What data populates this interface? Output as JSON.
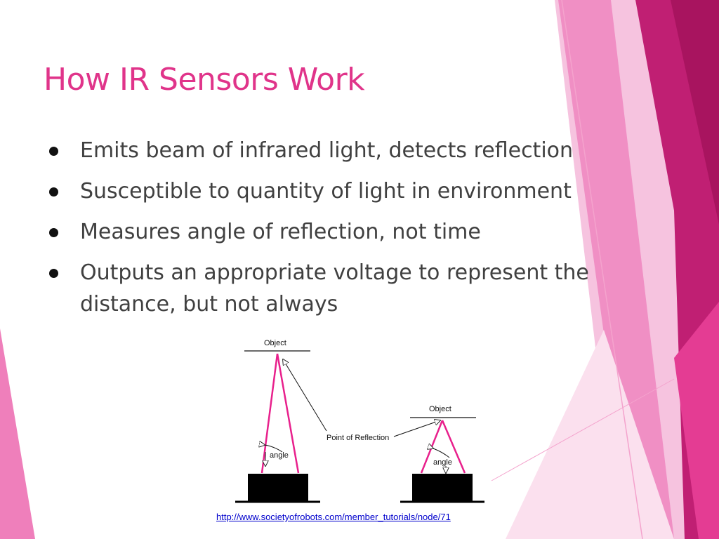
{
  "slide": {
    "title": "How IR Sensors Work",
    "bullets": [
      "Emits beam of infrared light, detects reflection",
      "Susceptible to quantity of light in environment",
      "Measures angle of reflection, not time",
      "Outputs an appropriate voltage to represent the distance, but not always"
    ]
  },
  "diagram": {
    "left_object_label": "Object",
    "right_object_label": "Object",
    "point_of_reflection_label": "Point of Reflection",
    "left_angle_label": "angle",
    "right_angle_label": "angle"
  },
  "source": {
    "link_text": "http://www.societyofrobots.com/member_tutorials/node/71"
  },
  "colors": {
    "title": "#e0348a",
    "accent_magenta": "#b81c6e",
    "beam": "#e8208c",
    "body_text": "#404040"
  }
}
